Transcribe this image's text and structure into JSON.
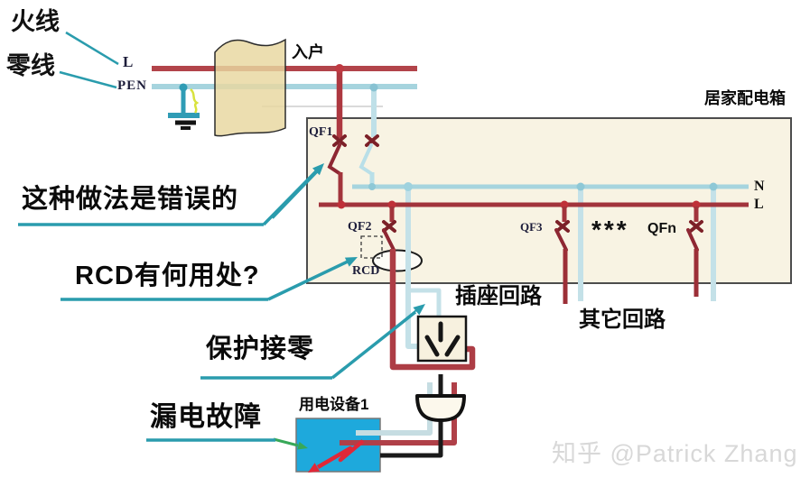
{
  "source": {
    "live_wire": "火线",
    "neutral_wire": "零线",
    "l_marker": "L",
    "pen_marker": "PEN",
    "entry": "入户"
  },
  "panel": {
    "title": "居家配电箱",
    "breaker_qf1": "QF1",
    "breaker_qf2": "QF2",
    "breaker_qf3": "QF3",
    "breaker_qfn": "QFn",
    "ellipsis": "***",
    "bus_n": "N",
    "bus_l": "L",
    "rcd": "RCD"
  },
  "circuits": {
    "socket_circuit": "插座回路",
    "other_circuits": "其它回路"
  },
  "annotations": {
    "wrong_practice": "这种做法是错误的",
    "rcd_question": "RCD有何用处?",
    "protective_neutral": "保护接零",
    "leakage_fault": "漏电故障"
  },
  "device": {
    "label": "用电设备1"
  },
  "watermark": "知乎 @Patrick Zhang",
  "colors": {
    "live": "#a2343c",
    "neutral": "#a6d4de",
    "annotation_teal": "#2a9cad",
    "fault_red": "#e02838",
    "leak_green": "#38a858",
    "device_fill": "#1ea9dc",
    "panel_fill": "#f8f3e3",
    "wall_fill": "#e8d7a0"
  }
}
